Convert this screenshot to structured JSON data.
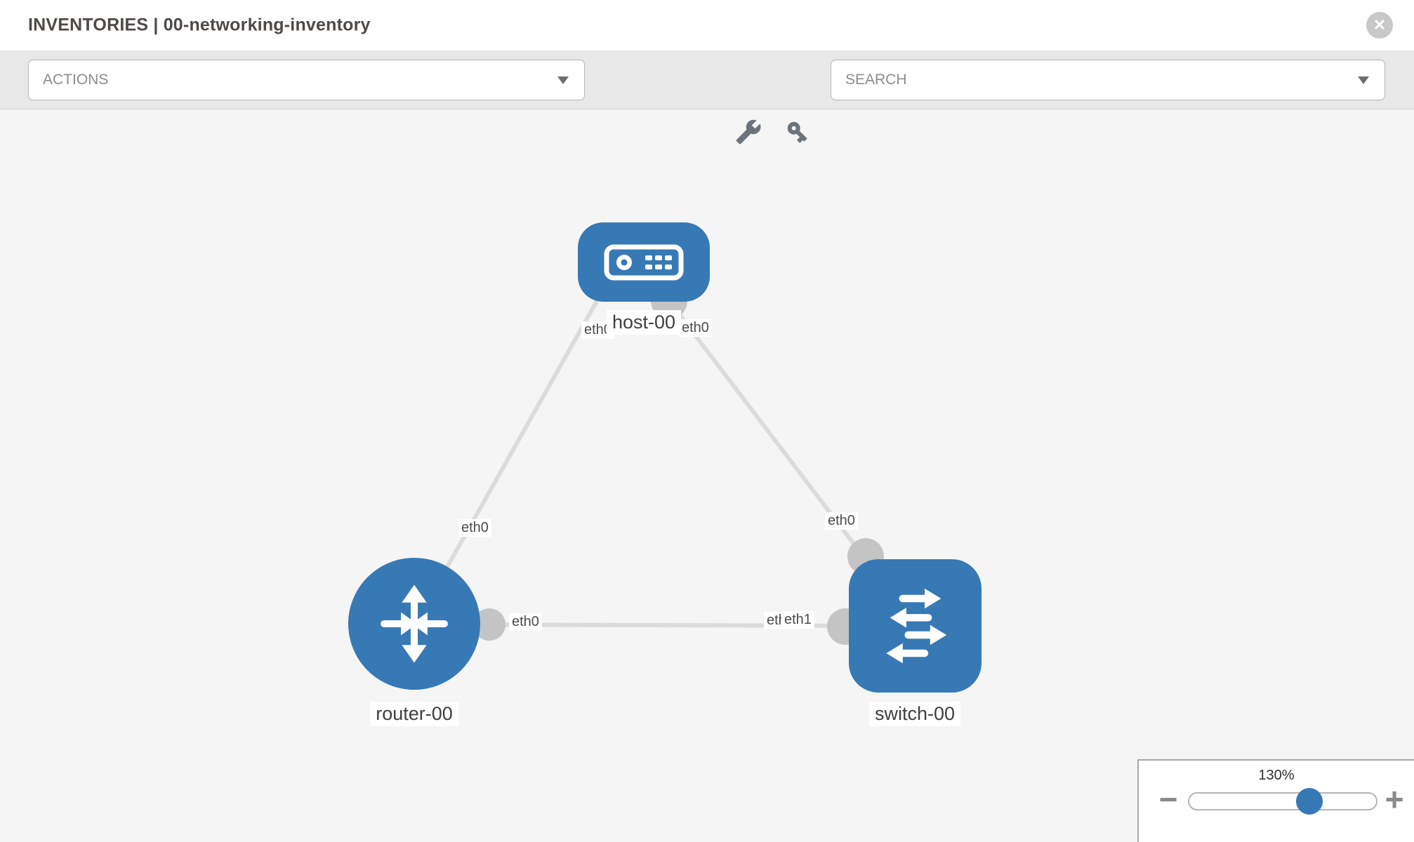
{
  "header": {
    "title": "INVENTORIES | 00-networking-inventory",
    "close_glyph": "✕"
  },
  "toolbar": {
    "actions_label": "ACTIONS",
    "search_label": "SEARCH",
    "wrench_icon": "wrench",
    "key_icon": "key"
  },
  "topology": {
    "nodes": [
      {
        "label": "host-00",
        "type": "host"
      },
      {
        "label": "router-00",
        "type": "router"
      },
      {
        "label": "switch-00",
        "type": "switch"
      }
    ],
    "links": [
      {
        "from": "router-00",
        "to": "host-00",
        "from_interface": "eth0",
        "to_interface": "eth0"
      },
      {
        "from": "host-00",
        "to": "switch-00",
        "from_interface": "eth0",
        "to_interface": "eth0"
      },
      {
        "from": "router-00",
        "to": "switch-00",
        "from_interface": "eth0",
        "to_interface": "eth1"
      }
    ],
    "port_labels": {
      "host_to_router": "eth0",
      "host_to_switch": "eth0",
      "router_to_host": "eth0",
      "switch_to_host": "eth0",
      "router_to_switch": "eth0",
      "switch_to_router_hidden": "eth0",
      "switch_to_router": "eth1"
    }
  },
  "zoom_control": {
    "level": "130%",
    "minus_glyph": "−",
    "plus_glyph": "+"
  },
  "colors": {
    "node_blue": "#3779b5",
    "link_gray": "#dbdbdb",
    "dot_gray": "#c4c4c4",
    "canvas_bg": "#f5f5f5",
    "toolbar_bg": "#e8e8e8"
  }
}
